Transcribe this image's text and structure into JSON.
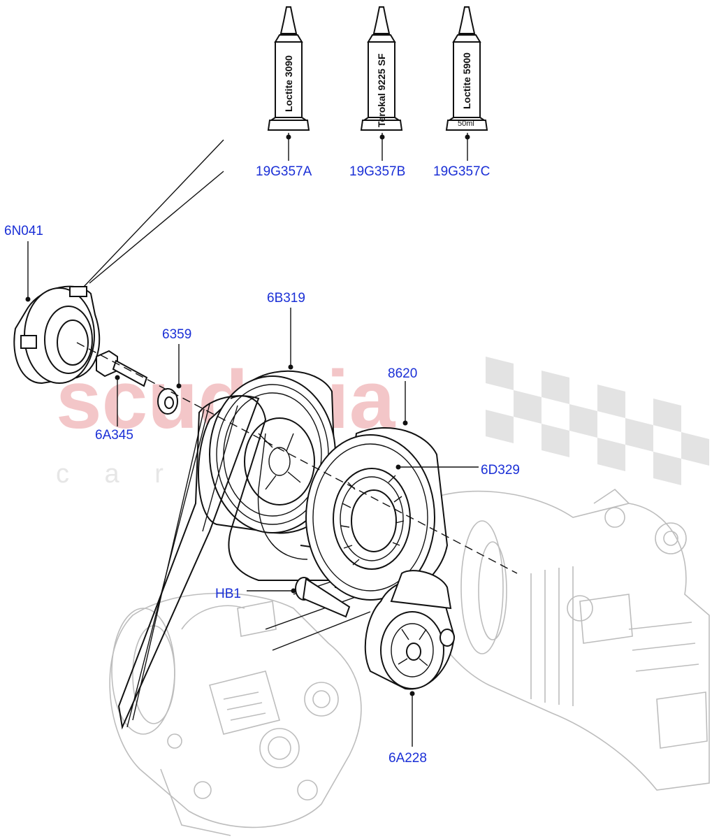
{
  "watermark": {
    "main": "scuderia",
    "sub": "c a r   p a r t s"
  },
  "tubes": [
    {
      "id": "t1",
      "label": "Loctite 3090",
      "volume": ""
    },
    {
      "id": "t2",
      "label": "Terokal 9225 SF",
      "volume": ""
    },
    {
      "id": "t3",
      "label": "Loctite 5900",
      "volume": "50ml"
    }
  ],
  "callouts": {
    "c_19G357A": "19G357A",
    "c_19G357B": "19G357B",
    "c_19G357C": "19G357C",
    "c_6N041": "6N041",
    "c_6B319": "6B319",
    "c_6359": "6359",
    "c_8620": "8620",
    "c_6A345": "6A345",
    "c_6D329": "6D329",
    "c_HB1": "HB1",
    "c_6A228": "6A228"
  },
  "colors": {
    "callout": "#1a2fd6",
    "watermark": "#f3c6c8",
    "ghost": "#bdbdbd"
  }
}
